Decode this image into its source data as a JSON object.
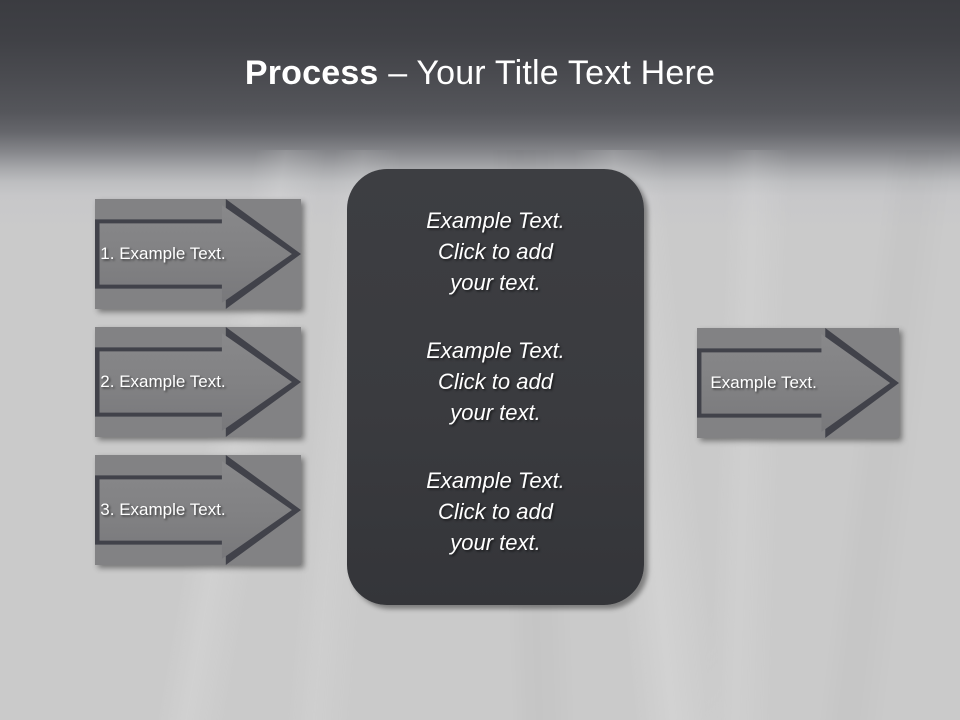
{
  "slide": {
    "title": {
      "bold_part": "Process",
      "rest_part": " – Your Title Text Here"
    },
    "background": {
      "top_color": "#3b3c41",
      "bottom_color": "#cacaca"
    },
    "theme": {
      "arrow_fill": "#828284",
      "arrow_border": "#41424a",
      "panel_fill": "#3a3b3f",
      "text_color": "#ffffff"
    },
    "input_arrows": [
      {
        "label": "1. Example Text."
      },
      {
        "label": "2. Example Text."
      },
      {
        "label": "3. Example Text."
      }
    ],
    "center_panel": {
      "blocks": [
        {
          "line1": "Example Text.",
          "line2": "Click  to add",
          "line3": "your text."
        },
        {
          "line1": "Example Text.",
          "line2": "Click  to add",
          "line3": "your text."
        },
        {
          "line1": "Example Text.",
          "line2": "Click  to add",
          "line3": "your text."
        }
      ]
    },
    "output_arrow": {
      "label": "Example Text."
    }
  }
}
